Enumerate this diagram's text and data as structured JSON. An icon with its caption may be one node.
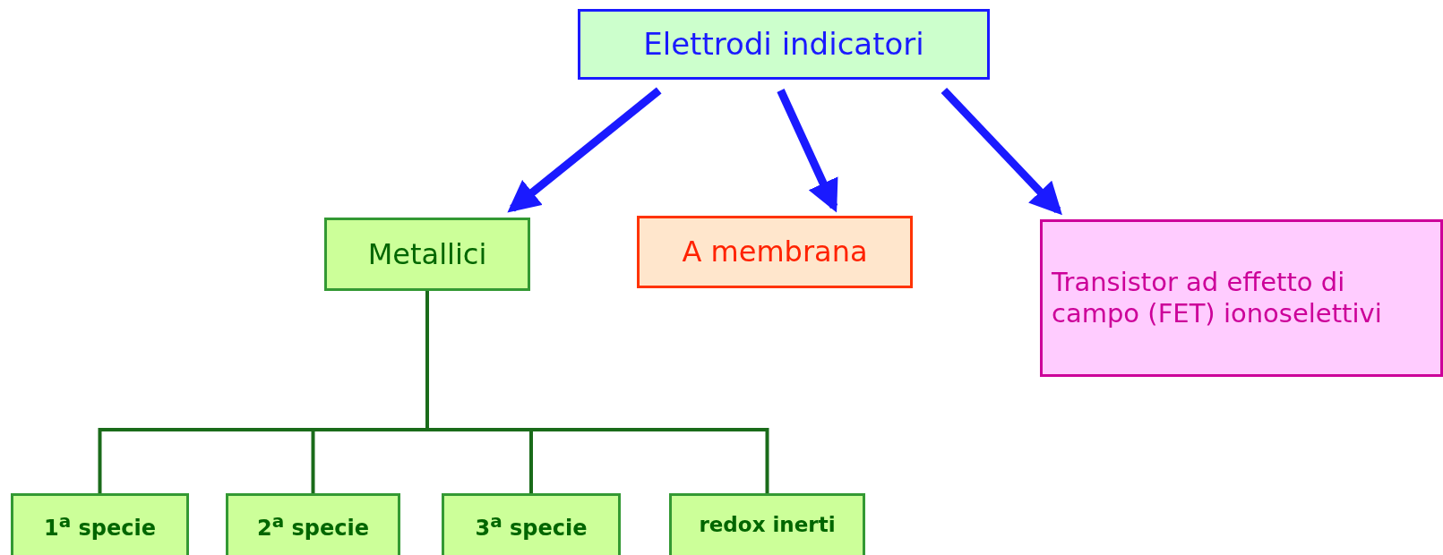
{
  "diagram": {
    "nodes": [
      {
        "text": [
          "Elettrodi indicatori"
        ]
      },
      {
        "text": [
          "Metallici"
        ]
      },
      {
        "text": [
          "A membrana"
        ]
      },
      {
        "text": [
          "Transistor ad effetto di campo (FET) ionoselettivi"
        ]
      },
      {
        "text": [
          "1$^{a}$ specie"
        ]
      },
      {
        "text": [
          "2$^{a}$ specie"
        ]
      },
      {
        "text": [
          "3$^{a}$ specie"
        ]
      },
      {
        "text": [
          "redox inerti"
        ]
      }
    ],
    "edges": [
      {
        "from": 0,
        "to": 1,
        "arrow": "to",
        "style": "thick",
        "color": "#1a1aff"
      },
      {
        "from": 0,
        "to": 2,
        "arrow": "to",
        "style": "thick",
        "color": "#1a1aff"
      },
      {
        "from": 0,
        "to": 3,
        "arrow": "to",
        "style": "thick",
        "color": "#1a1aff"
      },
      {
        "from": 1,
        "to": 4,
        "arrow": "none"
      },
      {
        "from": 1,
        "to": 5,
        "arrow": "none"
      },
      {
        "from": 1,
        "to": 6,
        "arrow": "none"
      },
      {
        "from": 1,
        "to": 7,
        "arrow": "none"
      }
    ]
  }
}
